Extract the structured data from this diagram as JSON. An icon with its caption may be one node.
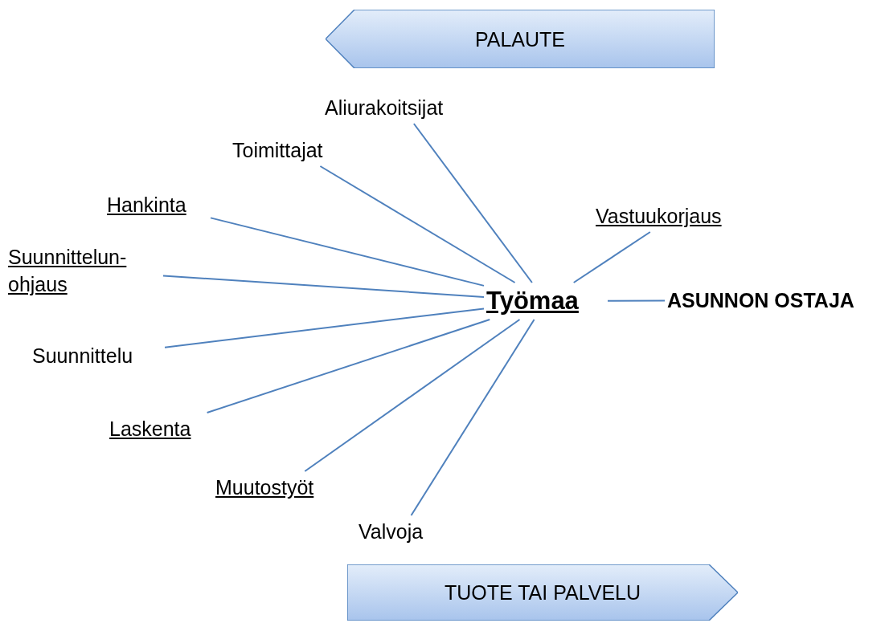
{
  "diagram": {
    "nodes": [
      {
        "text": [
          "PALAUTE"
        ]
      },
      {
        "text": [
          "Aliurakoitsijat"
        ]
      },
      {
        "text": [
          "Toimittajat"
        ]
      },
      {
        "text": [
          "Hankinta"
        ]
      },
      {
        "text": [
          "Suunnittelun-ohjaus"
        ]
      },
      {
        "text": [
          "Suunnittelu"
        ]
      },
      {
        "text": [
          "Laskenta"
        ]
      },
      {
        "text": [
          "Muutostyöt"
        ]
      },
      {
        "text": [
          "Valvoja"
        ]
      },
      {
        "text": [
          "Työmaa"
        ]
      },
      {
        "text": [
          "Vastuukorjaus"
        ]
      },
      {
        "text": [
          "ASUNNON OSTAJA"
        ]
      },
      {
        "text": [
          "TUOTE TAI PALVELU"
        ]
      }
    ],
    "edges": [
      {
        "from": 1,
        "to": 9,
        "arrow": "none"
      },
      {
        "from": 2,
        "to": 9,
        "arrow": "none"
      },
      {
        "from": 3,
        "to": 9,
        "arrow": "none"
      },
      {
        "from": 4,
        "to": 9,
        "arrow": "none"
      },
      {
        "from": 5,
        "to": 9,
        "arrow": "none"
      },
      {
        "from": 6,
        "to": 9,
        "arrow": "none"
      },
      {
        "from": 7,
        "to": 9,
        "arrow": "none"
      },
      {
        "from": 8,
        "to": 9,
        "arrow": "none"
      },
      {
        "from": 10,
        "to": 9,
        "arrow": "none"
      },
      {
        "from": 9,
        "to": 11,
        "arrow": "none"
      }
    ]
  }
}
